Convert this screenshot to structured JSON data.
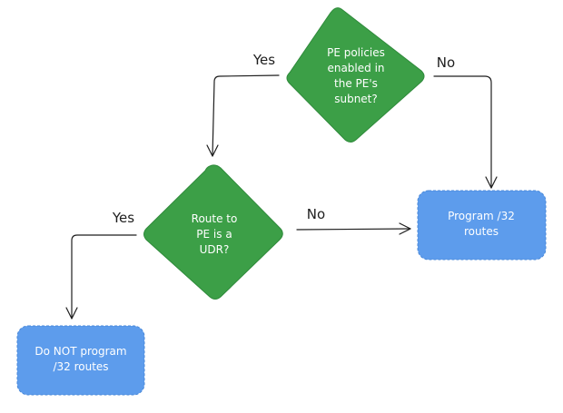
{
  "colors": {
    "decision_fill": "#3c9f47",
    "decision_stroke": "#2f8a3b",
    "action_fill": "#5d9cec",
    "action_stroke": "#4a88d8",
    "text_on_shape": "#ffffff",
    "edge": "#1e1e1e"
  },
  "nodes": {
    "decision_policies": {
      "lines": [
        "PE policies",
        "enabled in",
        "the PE's",
        "subnet?"
      ]
    },
    "decision_udr": {
      "lines": [
        "Route to",
        "PE is a",
        "UDR?"
      ]
    },
    "action_program": {
      "lines": [
        "Program /32",
        "routes"
      ]
    },
    "action_do_not_program": {
      "lines": [
        "Do NOT program",
        "/32 routes"
      ]
    }
  },
  "edges": {
    "policies_yes": "Yes",
    "policies_no": "No",
    "udr_yes": "Yes",
    "udr_no": "No"
  }
}
